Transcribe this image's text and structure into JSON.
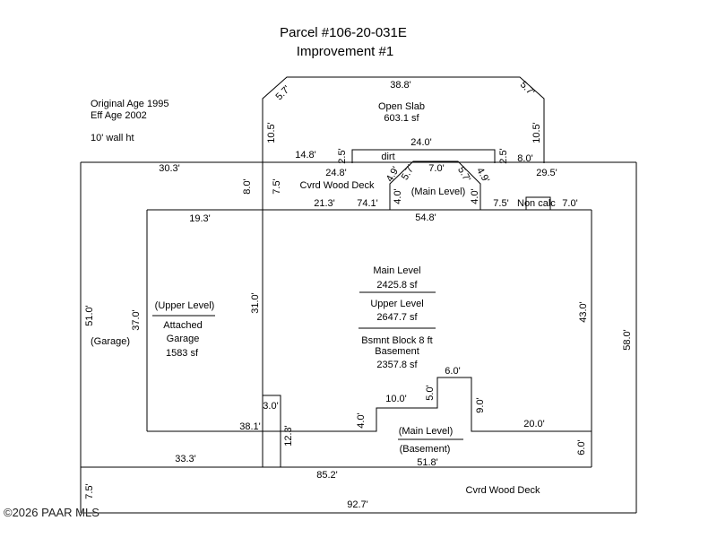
{
  "title": {
    "line1": "Parcel #106-20-031E",
    "line2": "Improvement #1"
  },
  "info": {
    "original_age": "Original Age 1995",
    "eff_age": "Eff Age 2002",
    "wall_height": "10' wall ht"
  },
  "areas": {
    "open_slab_name": "Open Slab",
    "open_slab_sf": "603.1 sf",
    "dirt": "dirt",
    "cvrd_deck_top": "Cvrd Wood Deck",
    "main_level_small": "(Main Level)",
    "non_calc": "Non calc",
    "main_level_name": "Main Level",
    "main_level_sf": "2425.8 sf",
    "upper_level_name": "Upper Level",
    "upper_level_sf": "2647.7 sf",
    "bsmnt_block": "Bsmnt Block 8 ft",
    "basement_name": "Basement",
    "basement_sf": "2357.8 sf",
    "garage_upper": "(Upper Level)",
    "garage_attached": "Attached",
    "garage_word": "Garage",
    "garage_sf": "1583 sf",
    "garage_paren": "(Garage)",
    "bottom_main": "(Main Level)",
    "bottom_basement": "(Basement)",
    "cvrd_deck_bottom": "Cvrd Wood Deck"
  },
  "dimensions": {
    "slab_top": "38.8'",
    "slab_left_diag": "5.7'",
    "slab_right_diag": "5.7'",
    "slab_left_side": "10.5'",
    "slab_right_side": "10.5'",
    "d_14_8": "14.8'",
    "d_2_5_left": "2.5'",
    "d_24_0": "24.0'",
    "d_2_5_right": "2.5'",
    "d_8_0_right": "8.0'",
    "d_30_3": "30.3'",
    "d_8_0_left": "8.0'",
    "d_24_8": "24.8'",
    "d_4_9_left": "4.9'",
    "d_5_7_mid": "5.7'",
    "d_7_0_top": "7.0'",
    "d_5_7_mid_r": "5.7'",
    "d_4_9_right": "4.9'",
    "d_29_5": "29.5'",
    "d_7_5_deck": "7.5'",
    "d_4_0_left": "4.0'",
    "d_4_0_right": "4.0'",
    "d_21_3": "21.3'",
    "d_74_1": "74.1'",
    "d_7_5_right": "7.5'",
    "d_7_0_right": "7.0'",
    "d_19_3": "19.3'",
    "d_54_8": "54.8'",
    "d_51_0": "51.0'",
    "d_37_0": "37.0'",
    "d_31_0": "31.0'",
    "d_43_0": "43.0'",
    "d_58_0": "58.0'",
    "d_6_0_top": "6.0'",
    "d_10_0": "10.0'",
    "d_5_0": "5.0'",
    "d_9_0": "9.0'",
    "d_3_0": "3.0'",
    "d_4_0_low": "4.0'",
    "d_20_0": "20.0'",
    "d_38_1": "38.1'",
    "d_12_3": "12.3'",
    "d_6_0_low": "6.0'",
    "d_33_3": "33.3'",
    "d_51_8": "51.8'",
    "d_85_2": "85.2'",
    "d_7_5_bottom": "7.5'",
    "d_92_7": "92.7'"
  },
  "copyright": "©2026 PAAR MLS"
}
